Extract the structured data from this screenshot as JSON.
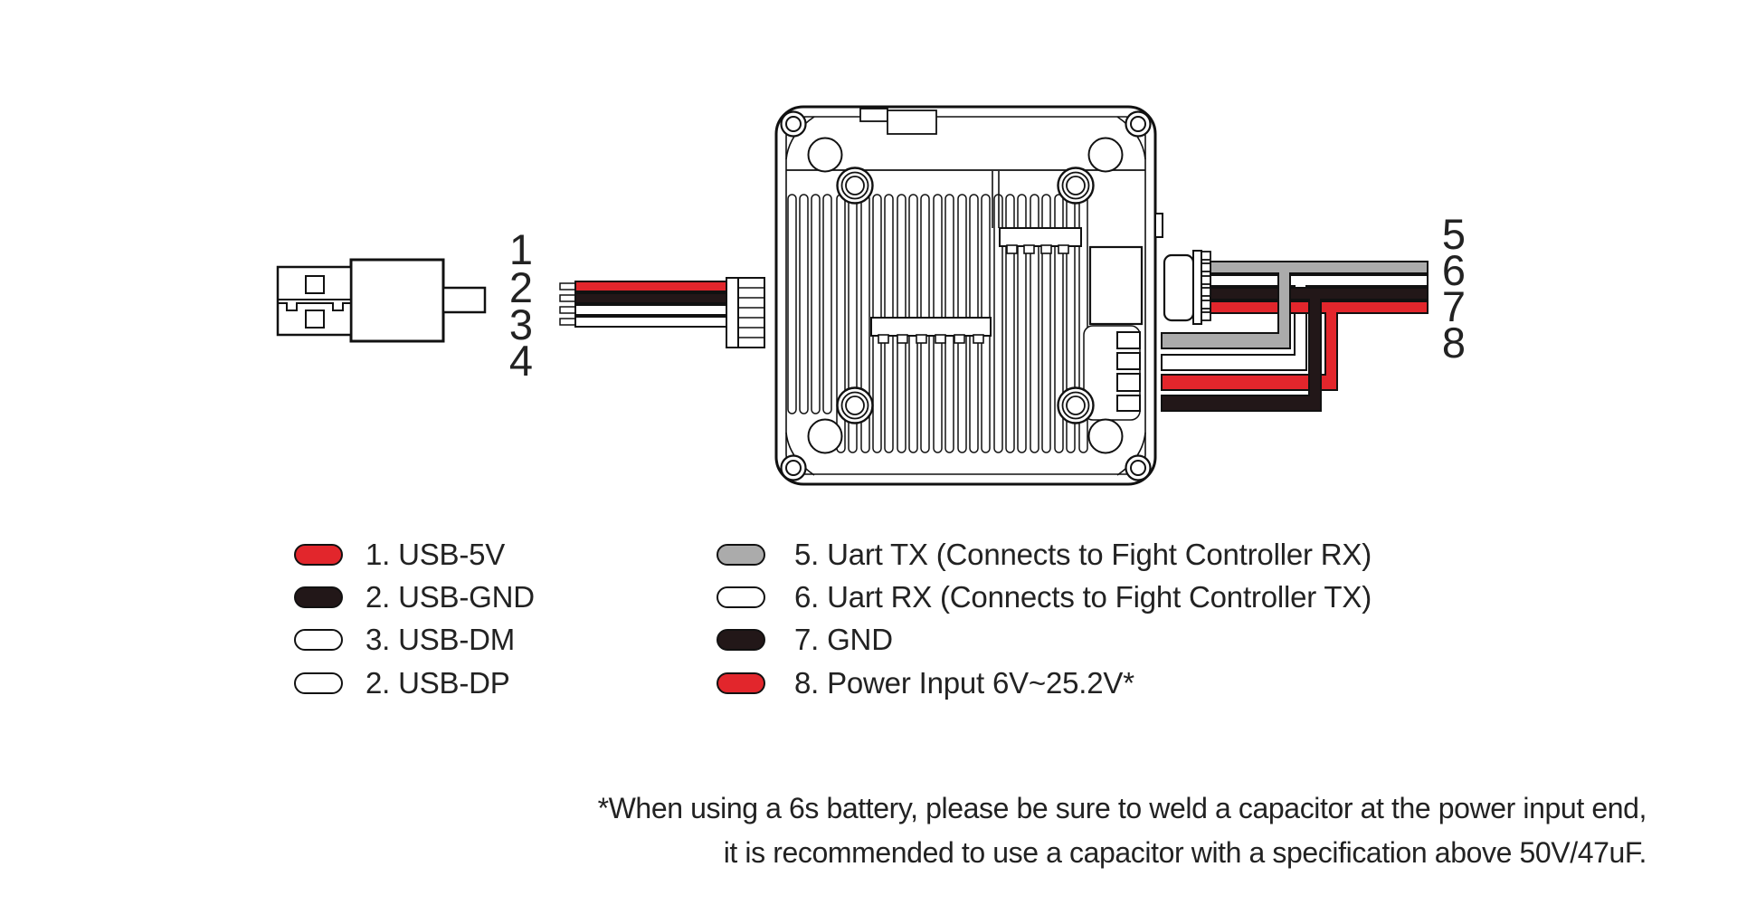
{
  "colors": {
    "red": "#e2262c",
    "gray": "#ababab",
    "black": "#221718",
    "white": "#ffffff",
    "line": "#111111",
    "text": "#222222"
  },
  "wire_numbers": {
    "left": [
      "1",
      "2",
      "3",
      "4"
    ],
    "right": [
      "5",
      "6",
      "7",
      "8"
    ]
  },
  "legend": {
    "left": [
      {
        "swatch": "red",
        "label": "1. USB-5V"
      },
      {
        "swatch": "black",
        "label": "2. USB-GND"
      },
      {
        "swatch": "white",
        "label": "3. USB-DM"
      },
      {
        "swatch": "white",
        "label": "2. USB-DP"
      }
    ],
    "right": [
      {
        "swatch": "gray",
        "label": "5. Uart TX (Connects to Fight Controller RX)"
      },
      {
        "swatch": "white",
        "label": "6. Uart RX (Connects to Fight Controller TX)"
      },
      {
        "swatch": "black",
        "label": "7. GND"
      },
      {
        "swatch": "red",
        "label": "8. Power Input 6V~25.2V*"
      }
    ]
  },
  "footnote": {
    "line1": "*When using a 6s battery, please be sure to weld a capacitor at the power input end,",
    "line2": "it is recommended to use a capacitor with a specification above 50V/47uF."
  }
}
